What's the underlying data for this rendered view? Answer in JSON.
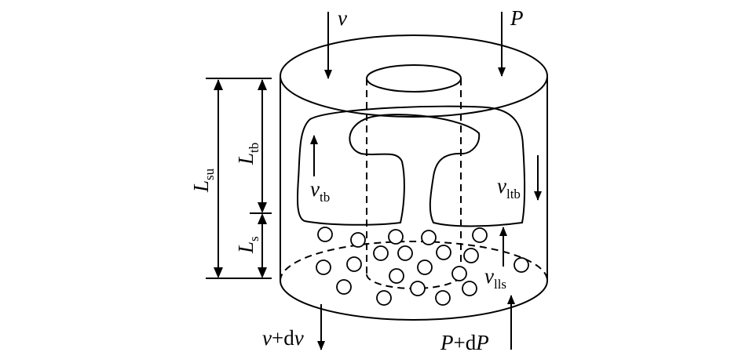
{
  "labels": {
    "v_top": "v",
    "p_top": "P",
    "v_bottom_main": "v",
    "v_bottom_op": "+d",
    "v_bottom_var": "v",
    "p_bottom_main": "P",
    "p_bottom_op": "+d",
    "p_bottom_var": "P",
    "v_tb_main": "v",
    "v_tb_sub": "tb",
    "v_ltb_main": "v",
    "v_ltb_sub": "ltb",
    "v_lls_main": "v",
    "v_lls_sub": "lls",
    "L_su_main": "L",
    "L_su_sub": "su",
    "L_tb_main": "L",
    "L_tb_sub": "tb",
    "L_s_main": "L",
    "L_s_sub": "s"
  }
}
